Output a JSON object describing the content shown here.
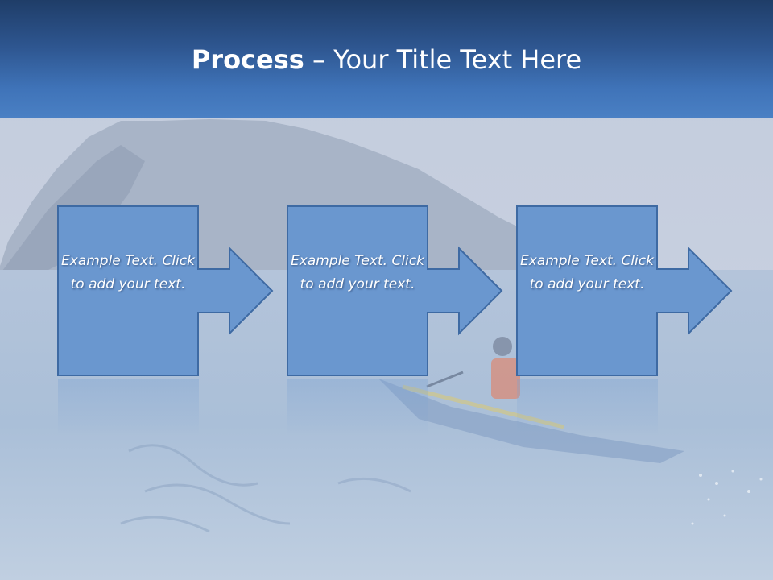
{
  "slide": {
    "title_bold": "Process",
    "title_rest": " – Your Title Text Here",
    "steps": [
      {
        "label": "Example Text. Click  to add your text."
      },
      {
        "label": "Example Text. Click  to add your text."
      },
      {
        "label": "Example Text. Click  to add your text."
      }
    ]
  },
  "colors": {
    "title_band_dark": "#1f3d68",
    "title_band_light": "#4a80c4",
    "step_fill": "#6a97cf",
    "step_stroke": "#3e6aa3",
    "text": "#ffffff"
  }
}
